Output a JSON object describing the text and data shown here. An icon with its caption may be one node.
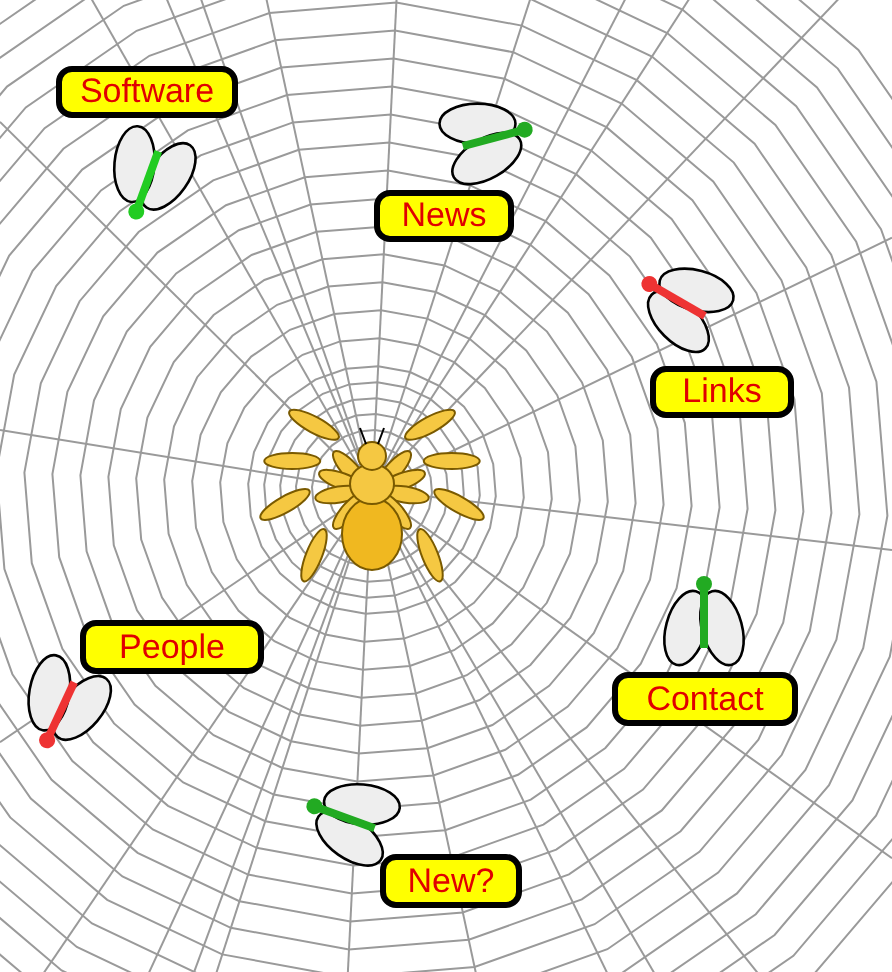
{
  "diagram": {
    "nodes": [
      {
        "text": [
          "Software"
        ]
      },
      {
        "text": [
          "News"
        ]
      },
      {
        "text": [
          "Links"
        ]
      },
      {
        "text": [
          "People"
        ]
      },
      {
        "text": [
          "Contact"
        ]
      },
      {
        "text": [
          "New?"
        ]
      }
    ]
  }
}
